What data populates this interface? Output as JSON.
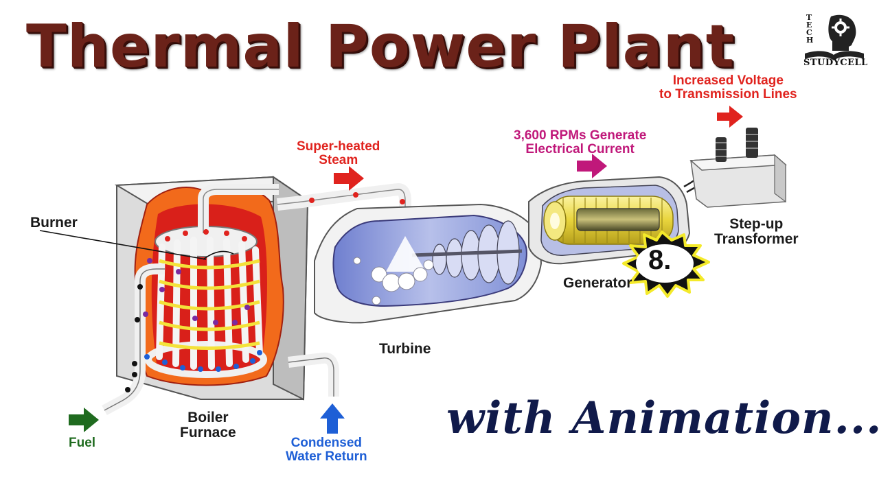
{
  "title": "Thermal Power Plant",
  "subtitle": "with Animation...",
  "logo": {
    "word_vertical": "TECH",
    "word_bottom": "STUDYCELL",
    "icon": "head-gear-book-icon"
  },
  "labels": {
    "burner": "Burner",
    "boiler_furnace": [
      "Boiler",
      "Furnace"
    ],
    "fuel": "Fuel",
    "condensed_water_return": [
      "Condensed",
      "Water Return"
    ],
    "super_heated_steam": [
      "Super-heated",
      "Steam"
    ],
    "turbine": "Turbine",
    "rpm_generate": [
      "3,600 RPMs Generate",
      "Electrical Current"
    ],
    "generator": "Generator",
    "step_up_transformer": [
      "Step-up",
      "Transformer"
    ],
    "increased_voltage": [
      "Increased Voltage",
      "to Transmission Lines"
    ]
  },
  "badge": {
    "text": "8."
  },
  "colors": {
    "title": "#6b2219",
    "subtitle": "#101a4a",
    "label_red": "#e0231e",
    "label_pink": "#c0187a",
    "label_green": "#1f6b1f",
    "label_blue": "#1e5fd6",
    "fire_orange": "#f26a1b",
    "fire_red": "#d9201a",
    "turbine_blue": "#8e9ad6",
    "coil_yellow": "#f4e23a"
  }
}
